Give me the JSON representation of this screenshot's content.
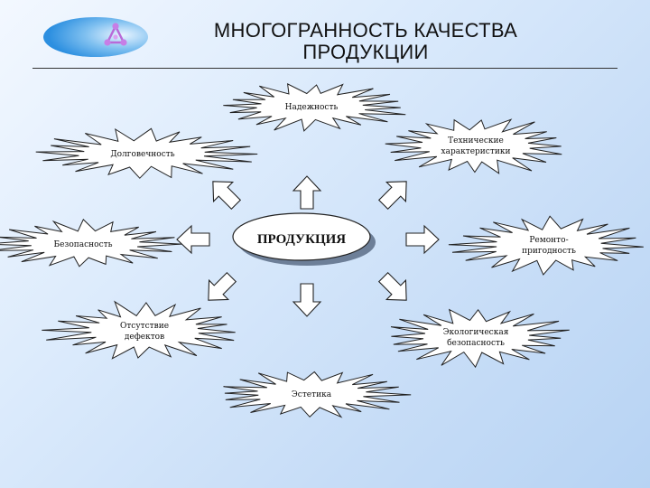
{
  "title": {
    "line1": "МНОГОГРАННОСТЬ КАЧЕСТВА",
    "line2": "ПРОДУКЦИИ"
  },
  "logo": {
    "icon": "triangle-molecule-icon"
  },
  "center": {
    "label": "ПРОДУКЦИЯ"
  },
  "properties": [
    {
      "id": "reliability",
      "lines": [
        "Надежность"
      ]
    },
    {
      "id": "technical",
      "lines": [
        "Технические",
        "характеристики"
      ]
    },
    {
      "id": "durability",
      "lines": [
        "Долговечность"
      ]
    },
    {
      "id": "safety",
      "lines": [
        "Безопасность"
      ]
    },
    {
      "id": "maintainability",
      "lines": [
        "Ремонто-",
        "пригодность"
      ]
    },
    {
      "id": "no-defects",
      "lines": [
        "Отсутствие",
        "дефектов"
      ]
    },
    {
      "id": "eco-safety",
      "lines": [
        "Экологическая",
        "безопасность"
      ]
    },
    {
      "id": "aesthetics",
      "lines": [
        "Эстетика"
      ]
    }
  ],
  "colors": {
    "background": "#dcebfc",
    "burst_fill": "#ffffff",
    "burst_stroke": "#222222",
    "arrow_fill": "#ffffff",
    "center_shadow": "#6d7f98"
  }
}
